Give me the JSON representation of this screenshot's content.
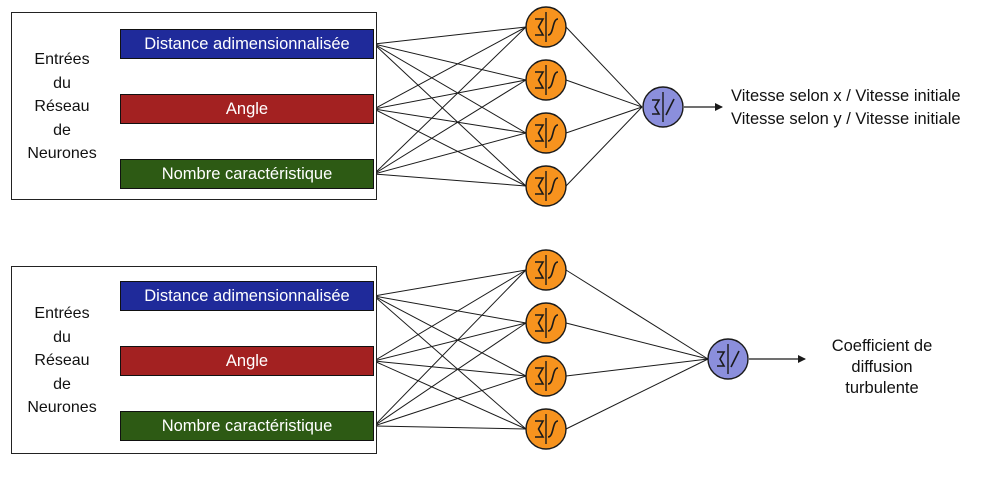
{
  "colors": {
    "distance_box": "#1f2a9a",
    "angle_box": "#a32121",
    "nombre_box": "#2d5a14",
    "hidden_neuron": "#f7931e",
    "output_neuron": "#8b8fdc",
    "line": "#1a1a1a"
  },
  "icons": {
    "hidden_neuron": "sum-sigmoid-neuron-icon",
    "output_neuron": "sum-linear-neuron-icon"
  },
  "networks": [
    {
      "inputs_title_lines": [
        "Entrées",
        "du",
        "Réseau",
        "de",
        "Neurones"
      ],
      "inputs": [
        {
          "label": "Distance adimensionnalisée"
        },
        {
          "label": "Angle"
        },
        {
          "label": "Nombre caractéristique"
        }
      ],
      "hidden_neuron_count": 4,
      "output_lines": [
        "Vitesse selon x / Vitesse initiale",
        "Vitesse selon y / Vitesse initiale"
      ]
    },
    {
      "inputs_title_lines": [
        "Entrées",
        "du",
        "Réseau",
        "de",
        "Neurones"
      ],
      "inputs": [
        {
          "label": "Distance adimensionnalisée"
        },
        {
          "label": "Angle"
        },
        {
          "label": "Nombre caractéristique"
        }
      ],
      "hidden_neuron_count": 4,
      "output_lines": [
        "Coefficient de",
        "diffusion",
        "turbulente"
      ]
    }
  ]
}
